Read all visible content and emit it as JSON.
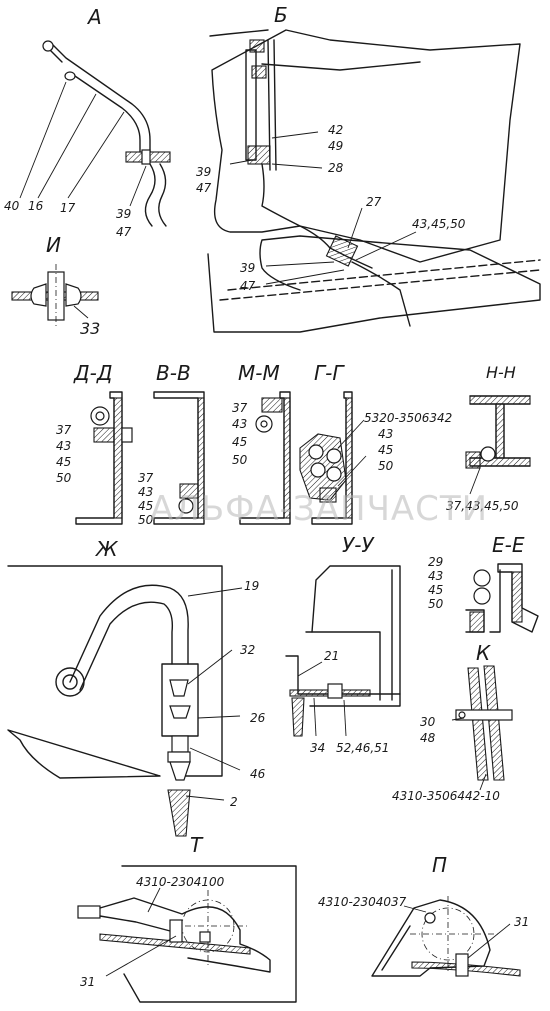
{
  "sections": {
    "A": "А",
    "B": "Б",
    "I": "И",
    "DD": "Д-Д",
    "VV": "В-В",
    "MM": "М-М",
    "GG": "Г-Г",
    "NN": "Н-Н",
    "ZH": "Ж",
    "UU": "У-У",
    "EE": "Е-Е",
    "K": "К",
    "T": "Т",
    "P": "П"
  },
  "callouts": {
    "a_40": "40",
    "a_16": "16",
    "a_17": "17",
    "a_39": "39",
    "a_47": "47",
    "b_42": "42",
    "b_49": "49",
    "b_28": "28",
    "b_39a": "39",
    "b_47a": "47",
    "b_27": "27",
    "b_434550": "43,45,50",
    "b_39b": "39",
    "b_47b": "47",
    "i_33": "33",
    "dd_37": "37",
    "dd_43": "43",
    "dd_45": "45",
    "dd_50": "50",
    "vv_37": "37",
    "vv_43": "43",
    "vv_45": "45",
    "vv_50": "50",
    "mm_37": "37",
    "mm_43": "43",
    "mm_45": "45",
    "mm_50": "50",
    "gg_part": "5320-3506342",
    "gg_43": "43",
    "gg_45": "45",
    "gg_50": "50",
    "nn_all": "37,43,45,50",
    "zh_19": "19",
    "zh_32": "32",
    "zh_26": "26",
    "zh_46": "46",
    "zh_2": "2",
    "uu_21": "21",
    "uu_34": "34",
    "uu_525": "52,46,51",
    "ee_29": "29",
    "ee_43": "43",
    "ee_45": "45",
    "ee_50": "50",
    "k_30": "30",
    "k_48": "48",
    "k_part": "4310-3506442-10",
    "t_part": "4310-2304100",
    "t_31": "31",
    "p_part": "4310-2304037",
    "p_31": "31"
  },
  "watermark": "АЛЬФА-ЗАПЧАСТИ"
}
